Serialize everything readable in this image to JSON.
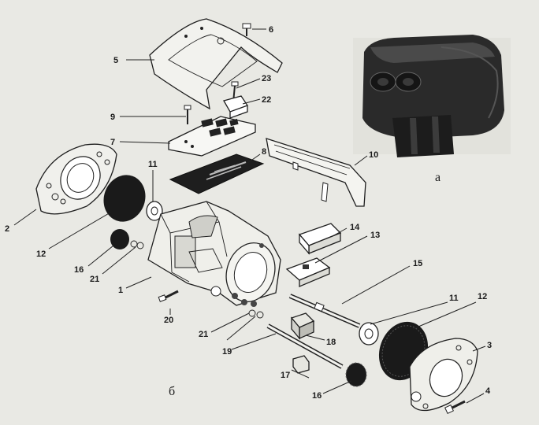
{
  "figure": {
    "photo_label": "а",
    "drawing_label": "б"
  },
  "callouts": [
    {
      "id": "c1",
      "text": "1"
    },
    {
      "id": "c2",
      "text": "2"
    },
    {
      "id": "c3",
      "text": "3"
    },
    {
      "id": "c4",
      "text": "4"
    },
    {
      "id": "c5",
      "text": "5"
    },
    {
      "id": "c6",
      "text": "6"
    },
    {
      "id": "c7",
      "text": "7"
    },
    {
      "id": "c8",
      "text": "8"
    },
    {
      "id": "c9",
      "text": "9"
    },
    {
      "id": "c10",
      "text": "10"
    },
    {
      "id": "c11a",
      "text": "11"
    },
    {
      "id": "c11b",
      "text": "11"
    },
    {
      "id": "c12a",
      "text": "12"
    },
    {
      "id": "c12b",
      "text": "12"
    },
    {
      "id": "c13",
      "text": "13"
    },
    {
      "id": "c14",
      "text": "14"
    },
    {
      "id": "c15",
      "text": "15"
    },
    {
      "id": "c16a",
      "text": "16"
    },
    {
      "id": "c16b",
      "text": "16"
    },
    {
      "id": "c17",
      "text": "17"
    },
    {
      "id": "c18",
      "text": "18"
    },
    {
      "id": "c19",
      "text": "19"
    },
    {
      "id": "c20",
      "text": "20"
    },
    {
      "id": "c21a",
      "text": "21"
    },
    {
      "id": "c21b",
      "text": "21"
    },
    {
      "id": "c22",
      "text": "22"
    },
    {
      "id": "c23",
      "text": "23"
    }
  ]
}
